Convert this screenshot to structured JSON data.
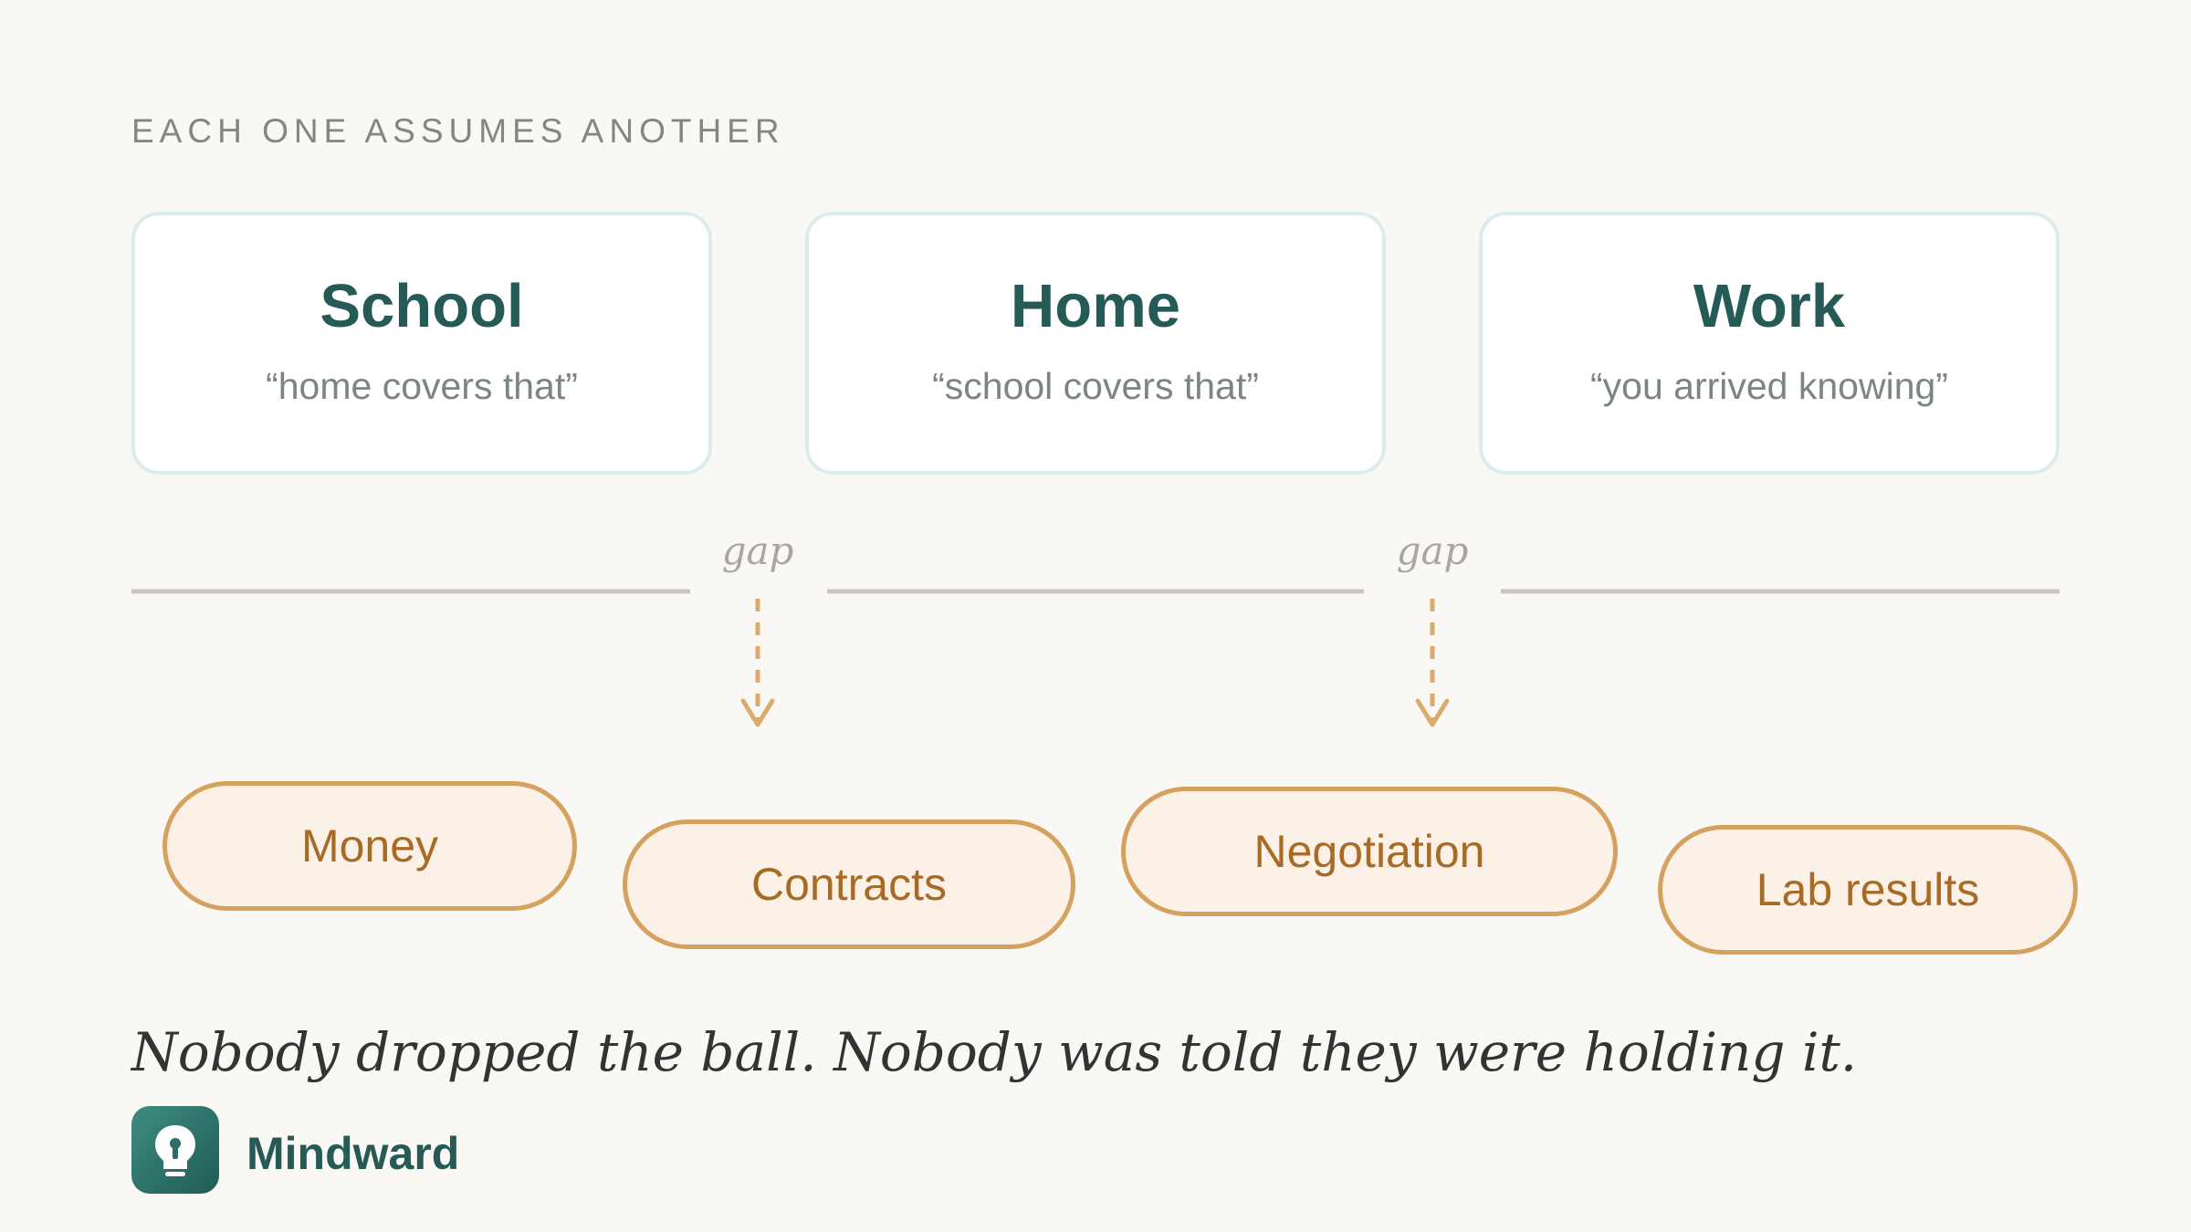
{
  "eyebrow": "EACH ONE ASSUMES ANOTHER",
  "cards": [
    {
      "title": "School",
      "quote": "“home covers that”"
    },
    {
      "title": "Home",
      "quote": "“school covers that”"
    },
    {
      "title": "Work",
      "quote": "“you arrived knowing”"
    }
  ],
  "gaps": [
    "gap",
    "gap"
  ],
  "pills": [
    "Money",
    "Contracts",
    "Negotiation",
    "Lab results"
  ],
  "caption": "Nobody dropped the ball. Nobody was told they were holding it.",
  "brand": {
    "name": "Mindward",
    "icon": "lightbulb-icon"
  },
  "colors": {
    "title": "#255a56",
    "card_border": "#dcecec",
    "pill_border": "#d5a15e",
    "pill_fill": "#fcf1e6",
    "pill_text": "#a86b25",
    "arrow": "#dcaa6a"
  }
}
